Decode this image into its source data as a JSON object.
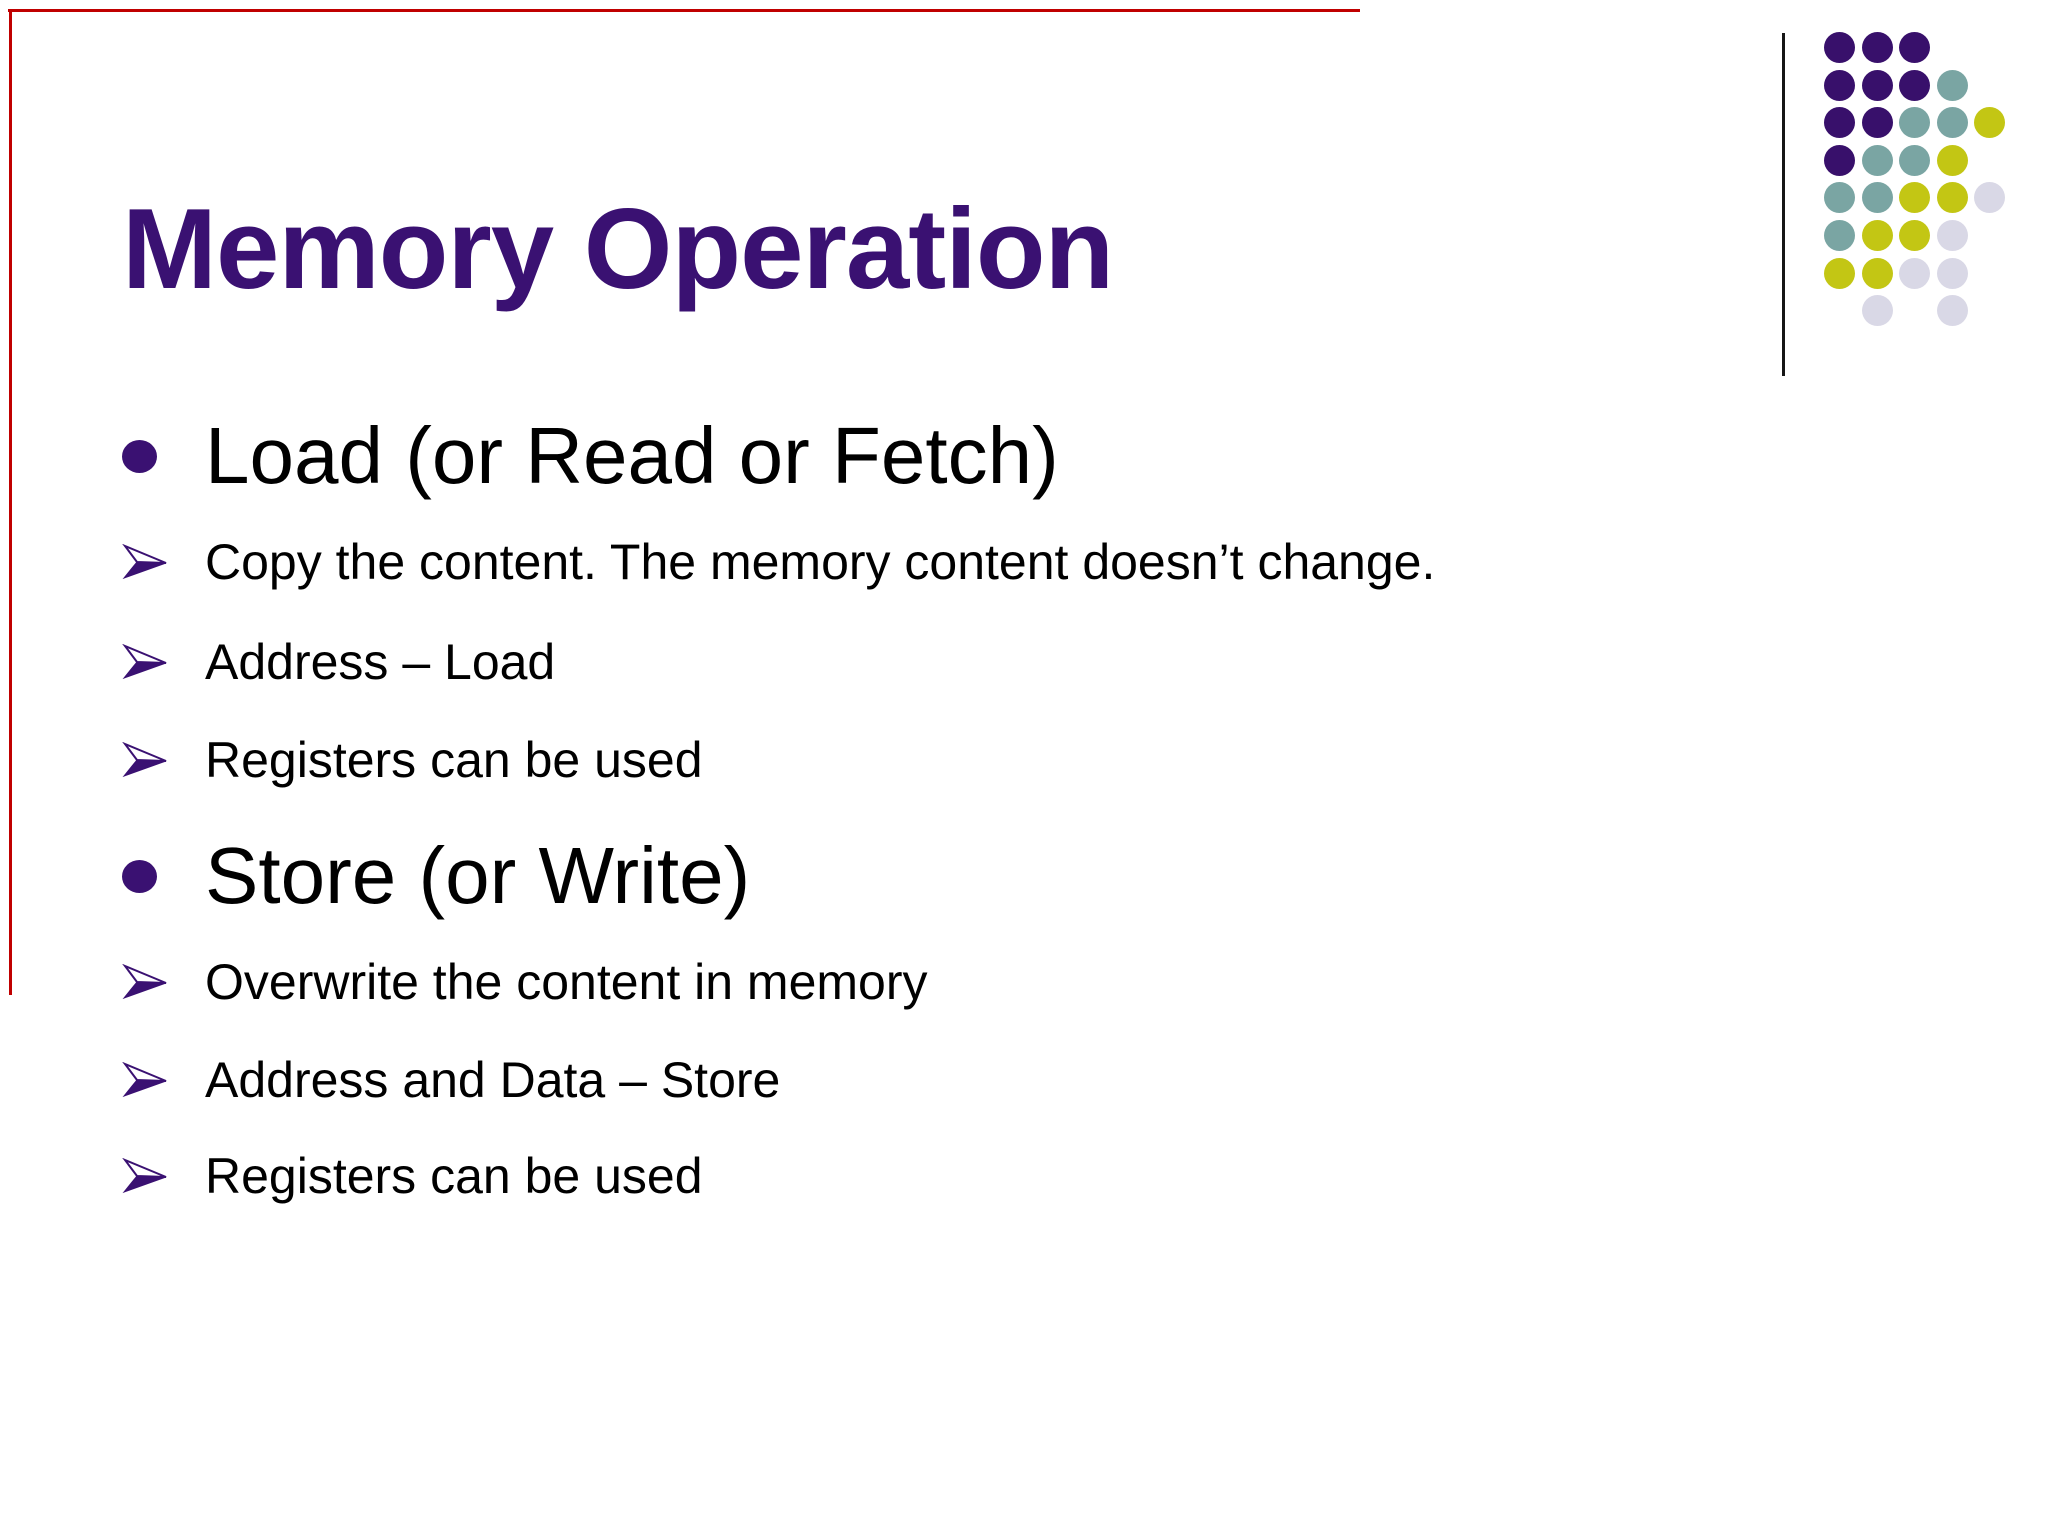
{
  "slide": {
    "title": "Memory Operation",
    "bullets": [
      {
        "level": 1,
        "text": "Load (or Read or Fetch)"
      },
      {
        "level": 2,
        "text": "Copy the content. The memory content doesn’t change."
      },
      {
        "level": 2,
        "text": "Address – Load"
      },
      {
        "level": 2,
        "text": "Registers can be used"
      },
      {
        "level": 1,
        "text": "Store (or Write)"
      },
      {
        "level": 2,
        "text": "Overwrite the content in memory"
      },
      {
        "level": 2,
        "text": "Address and Data – Store"
      },
      {
        "level": 2,
        "text": "Registers can be used"
      }
    ],
    "colors": {
      "title": "#3a1172",
      "body_text": "#000000",
      "bullet": "#3a1172",
      "accent_rule": "#c00000",
      "black_rule": "#161616",
      "dot_purple": "#38106b",
      "dot_teal": "#7aa5a3",
      "dot_olive": "#c3c614",
      "dot_lavender": "#d9d8e6"
    },
    "decoration": {
      "dot_grid_rows": [
        "PPP..",
        "PPPT.",
        "PPTTO",
        "PTTO.",
        "TTOOL",
        "TOOL.",
        "OOLL.",
        ".L.L."
      ]
    }
  }
}
